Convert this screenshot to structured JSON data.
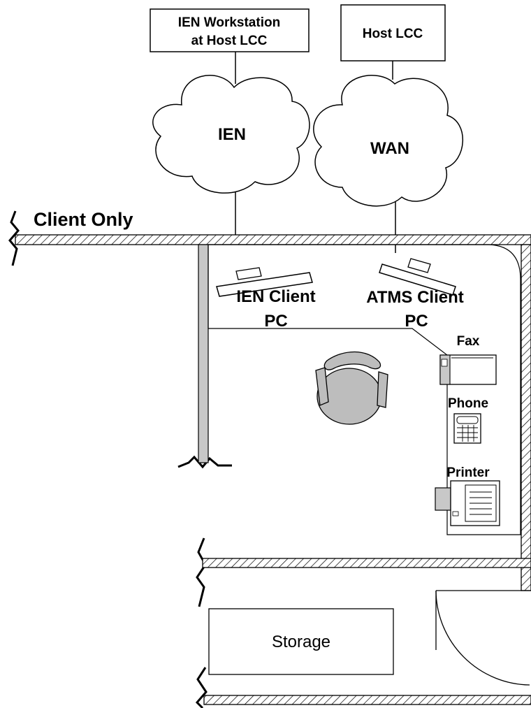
{
  "boxes": {
    "ien_workstation_line1": "IEN Workstation",
    "ien_workstation_line2": "at Host LCC",
    "host_lcc": "Host LCC"
  },
  "clouds": {
    "ien": "IEN",
    "wan": "WAN"
  },
  "zone_label": "Client Only",
  "desks": {
    "ien_client_line1": "IEN Client",
    "ien_client_line2": "PC",
    "atms_client_line1": "ATMS Client",
    "atms_client_line2": "PC"
  },
  "equipment": {
    "fax": "Fax",
    "phone": "Phone",
    "printer": "Printer"
  },
  "storage": "Storage",
  "colors": {
    "wall_fill": "#c8c8c8",
    "chair_fill": "#bdbdbd",
    "line": "#000000"
  }
}
